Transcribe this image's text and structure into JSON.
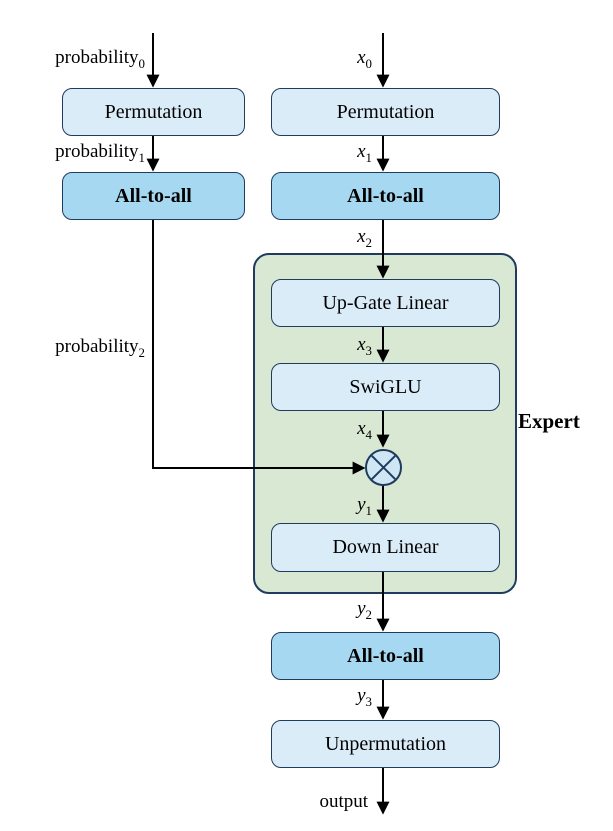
{
  "diagram": {
    "nodes": {
      "perm_left": {
        "label": "Permutation"
      },
      "a2a_left": {
        "label": "All-to-all"
      },
      "perm_right": {
        "label": "Permutation"
      },
      "a2a_in": {
        "label": "All-to-all"
      },
      "up_gate": {
        "label": "Up-Gate Linear"
      },
      "swiglu": {
        "label": "SwiGLU"
      },
      "down_linear": {
        "label": "Down Linear"
      },
      "a2a_out": {
        "label": "All-to-all"
      },
      "unpermutation": {
        "label": "Unpermutation"
      },
      "expert_group": {
        "label": "Expert"
      },
      "multiply": {
        "symbol": "⊗"
      }
    },
    "edge_labels": {
      "probability0": {
        "base": "probability",
        "sub": "0"
      },
      "probability1": {
        "base": "probability",
        "sub": "1"
      },
      "probability2": {
        "base": "probability",
        "sub": "2"
      },
      "x0": {
        "base": "x",
        "sub": "0"
      },
      "x1": {
        "base": "x",
        "sub": "1"
      },
      "x2": {
        "base": "x",
        "sub": "2"
      },
      "x3": {
        "base": "x",
        "sub": "3"
      },
      "x4": {
        "base": "x",
        "sub": "4"
      },
      "y1": {
        "base": "y",
        "sub": "1"
      },
      "y2": {
        "base": "y",
        "sub": "2"
      },
      "y3": {
        "base": "y",
        "sub": "3"
      },
      "output": {
        "base": "output",
        "sub": ""
      }
    },
    "colors": {
      "background": "#ffffff",
      "box_fill_light": "#dbecf9",
      "box_fill_highlight": "#a6d9f1",
      "expert_fill": "#d9e8d3",
      "multiply_fill": "#cfe6f4",
      "border": "#1f3b5e",
      "arrow": "#000000",
      "text": "#000000"
    }
  }
}
